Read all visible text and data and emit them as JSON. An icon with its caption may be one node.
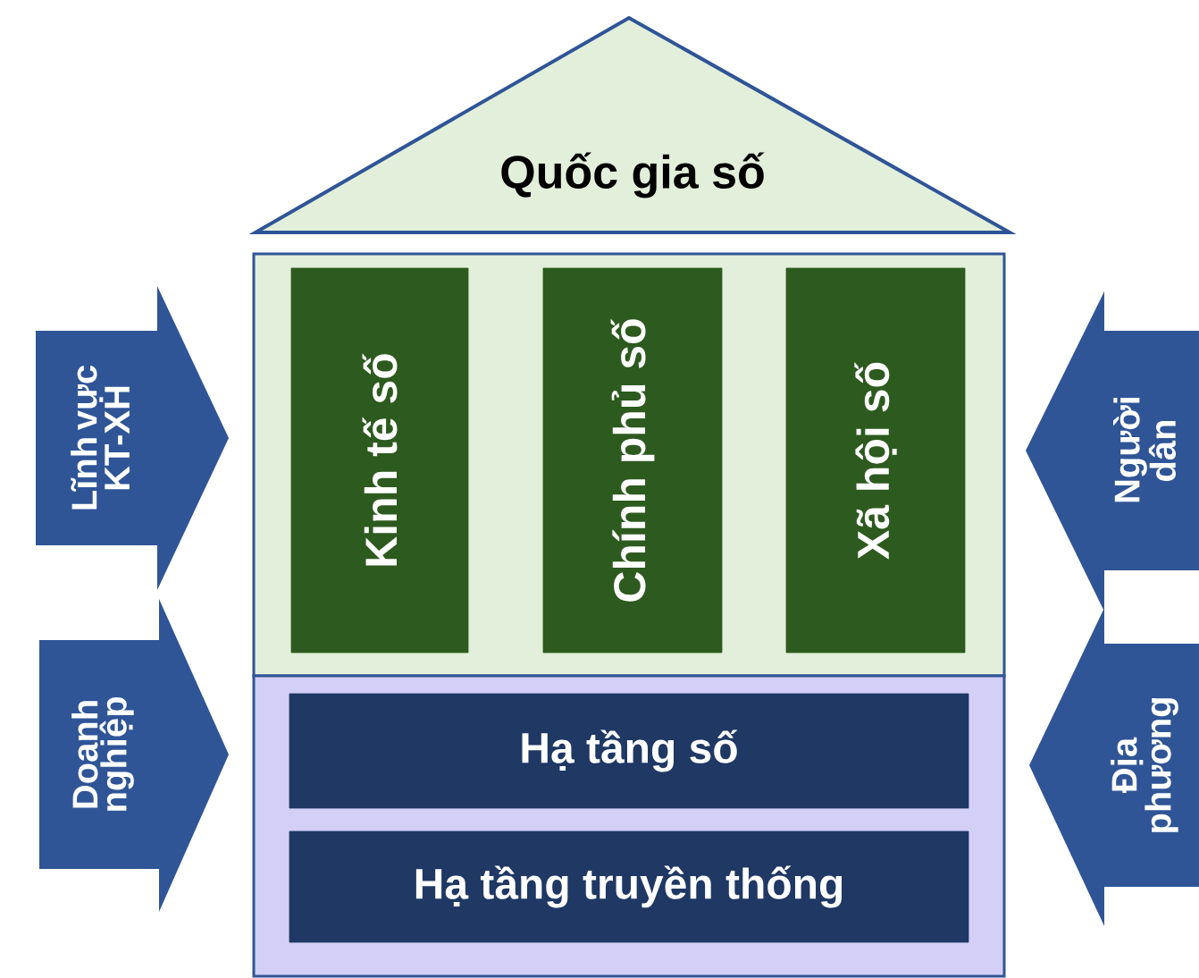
{
  "diagram": {
    "nodes": [
      {
        "text": [
          "Quốc gia số"
        ]
      },
      {
        "text": [],
        "shape": "box"
      },
      {
        "text": [
          "Kinh tế số"
        ],
        "in": 1
      },
      {
        "text": [
          "Chính phủ số"
        ],
        "in": 1
      },
      {
        "text": [
          "Xã hội số"
        ],
        "in": 1
      },
      {
        "text": [],
        "shape": "box"
      },
      {
        "text": [
          "Hạ tầng số"
        ],
        "in": 5
      },
      {
        "text": [
          "Hạ tầng truyền thống"
        ],
        "in": 5
      },
      {
        "text": [
          "Lĩnh vực KT-XH"
        ]
      },
      {
        "text": [
          "Doanh nghiệp"
        ]
      },
      {
        "text": [
          "Người dân"
        ]
      },
      {
        "text": [
          "Địa phương"
        ]
      }
    ]
  }
}
